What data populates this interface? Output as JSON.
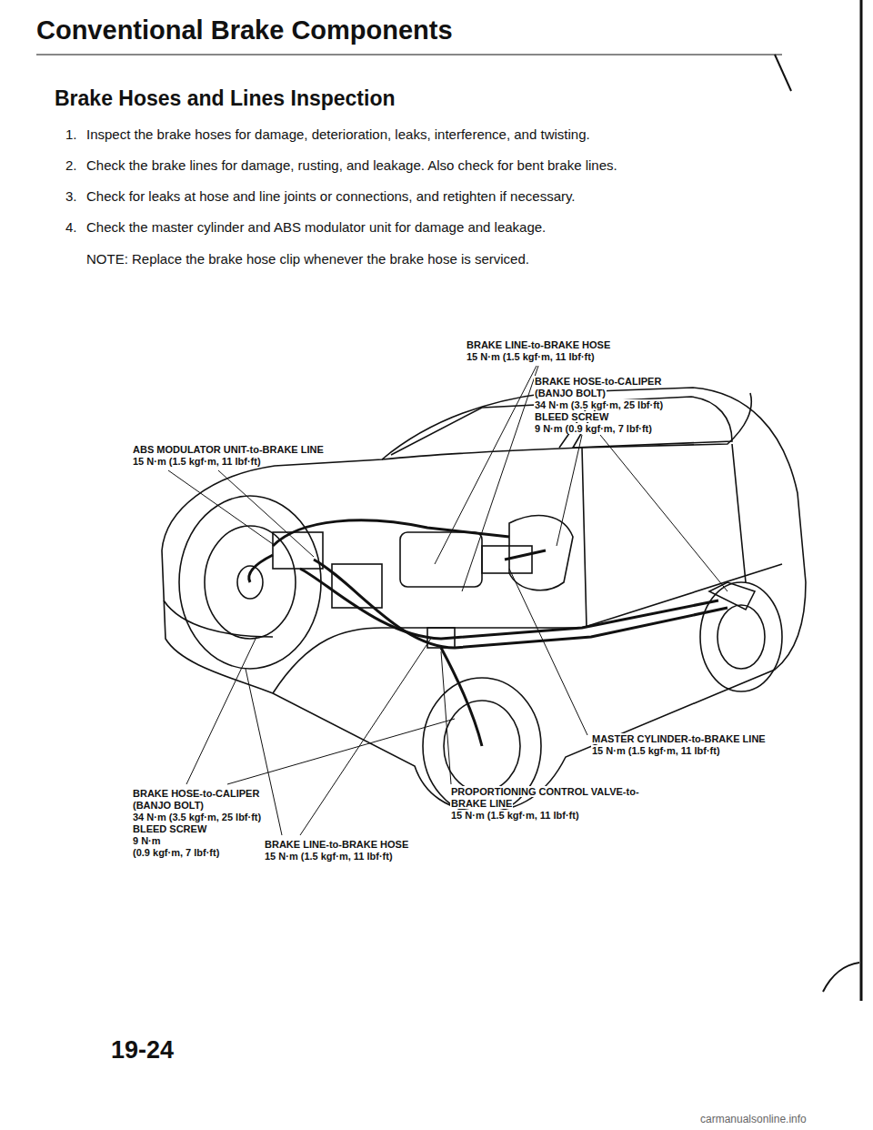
{
  "diagram": {
    "title": "Conventional Brake Components",
    "labels": [
      "Brake Hoses and Lines Inspection",
      "1.",
      "Inspect the brake hoses for damage, deterioration, leaks, interference, and twisting.",
      "2.",
      "Check the brake lines for damage, rusting, and leakage. Also check for bent brake lines.",
      "3.",
      "Check for leaks at hose and line joints or connections, and retighten if necessary.",
      "4.",
      "Check the master cylinder and ABS modulator unit for damage and leakage.",
      "NOTE: Replace the brake hose clip whenever the brake hose is serviced.",
      "BRAKE LINE-to-BRAKE HOSE",
      "15 N·m (1.5 kgf·m, 11 lbf·ft)",
      "BRAKE HOSE-to-CALIPER",
      "(BANJO BOLT)",
      "34 N·m (3.5 kgf·m, 25 lbf·ft)",
      "BLEED SCREW",
      "9 N·m (0.9 kgf·m, 7 lbf·ft)",
      "ABS MODULATOR UNIT-to-BRAKE LINE",
      "15 N·m (1.5 kgf·m, 11 lbf·ft)",
      "MASTER CYLINDER-to-BRAKE LINE",
      "15 N·m (1.5 kgf·m, 11 lbf·ft)",
      "BRAKE HOSE-to-CALIPER",
      "(BANJO BOLT)",
      "34 N·m (3.5 kgf·m, 25 lbf·ft)",
      "BLEED SCREW",
      "9 N·m",
      "(0.9 kgf·m, 7 lbf·ft)",
      "PROPORTIONING CONTROL VALVE-to-",
      "BRAKE LINE",
      "15 N·m (1.5 kgf·m, 11 lbf·ft)",
      "BRAKE LINE-to-BRAKE HOSE",
      "15 N·m (1.5 kgf·m, 11 lbf·ft)",
      "19-24",
      "carmanualsonline.info"
    ]
  }
}
